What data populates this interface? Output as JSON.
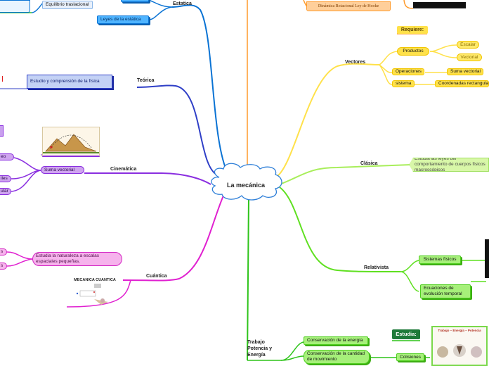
{
  "center": {
    "title": "La mecánica"
  },
  "branches": {
    "estatica": "Estatica",
    "teorica": "Teórica",
    "cinematica": "Cinemática",
    "cuantica": "Cuántica",
    "trabajo": "Trabajo Potencia y Energía",
    "vectores": "Vectores",
    "clasica": "Clásica",
    "relativista": "Relativista"
  },
  "estatica": {
    "equilibrio": "Equilibrio traslacional",
    "leyes": "Leyes de la estática"
  },
  "teorica": {
    "estudio": "Estudio y comprensión de la física"
  },
  "cinematica": {
    "suma": "Suma vectorial",
    "clip1": "eo",
    "clip2": "iles",
    "clip3": "ular"
  },
  "cuantica": {
    "estudia": "Estudia la naturaleza a escalas espaciales pequeñas.",
    "clip1": "s",
    "clip2": "s",
    "image_title": "MECÁNICA CUÁNTICA"
  },
  "trabajo": {
    "conservacion_energia": "Conservación de la energía",
    "conservacion_movimiento": "Conservación de la cantidad de movimiento",
    "estudia": "Estudia:",
    "colisiones": "Colisiones",
    "image_title": "Trabajo – Energía – Potencia"
  },
  "top": {
    "dinamica": "Dinámica Rotacional Ley de Hooke"
  },
  "vectores": {
    "requiere": "Requiere:",
    "productos": "Productos",
    "escalar": "Escalar",
    "vectorial": "Vectorial",
    "operaciones": "Operaciones",
    "suma": "Suma vectorial",
    "sistema": "sistema",
    "coordenadas": "Coordenadas rectangulares"
  },
  "clasica": {
    "estudia": "Estudia las leyes del comportamiento de cuerpos físicos macroscópicos"
  },
  "relativista": {
    "sistemas": "Sistemas físicos",
    "ecuaciones": "Ecuaciones de evolución temporal"
  },
  "colors": {
    "estatica": "#0a73d4",
    "teorica": "#2f3fc7",
    "cinematica": "#8a2ee0",
    "cuantica": "#e020d0",
    "trabajo": "#2ec41a",
    "vectores": "#ffe14a",
    "clasica": "#a8ee5a",
    "relativista": "#5fe020",
    "top": "#ff9a2a"
  }
}
